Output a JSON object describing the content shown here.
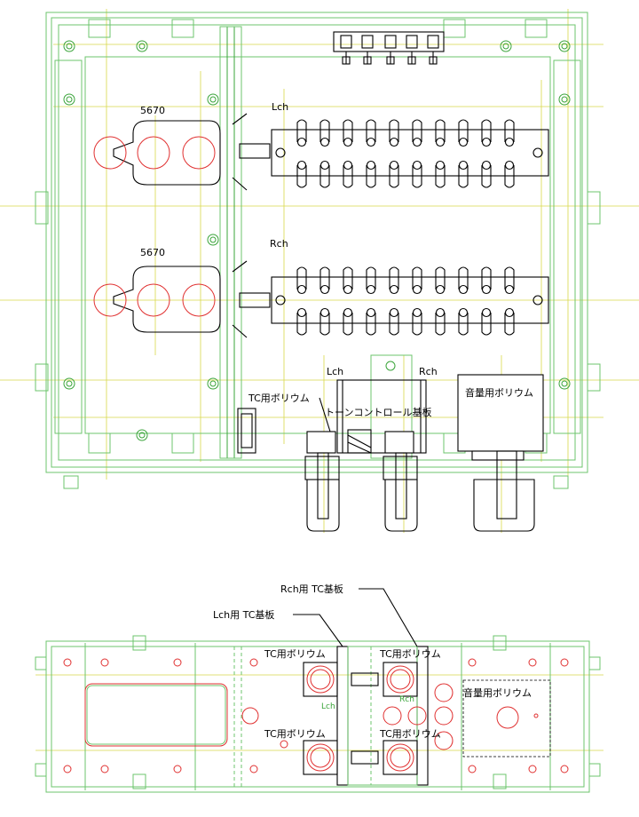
{
  "top_view": {
    "tube_label_upper": "5670",
    "tube_label_lower": "5670",
    "lch_label": "Lch",
    "rch_label": "Rch",
    "tc_lch_label": "Lch",
    "tc_rch_label": "Rch",
    "tc_volume_label": "TC用ボリウム",
    "tone_board_label": "トーンコントロール基板",
    "volume_label": "音量用ボリウム"
  },
  "bottom_view": {
    "rch_board_label": "Rch用 TC基板",
    "lch_board_label": "Lch用 TC基板",
    "tc_volume_tl": "TC用ボリウム",
    "tc_volume_tr": "TC用ボリウム",
    "tc_volume_bl": "TC用ボリウム",
    "tc_volume_br": "TC用ボリウム",
    "volume_label": "音量用ボリウム",
    "lch_small": "Lch",
    "rch_small": "Rch"
  },
  "colors": {
    "frame": "#6cc46c",
    "guide": "#d8d84a",
    "hole": "#e03030",
    "ink": "#000000"
  }
}
